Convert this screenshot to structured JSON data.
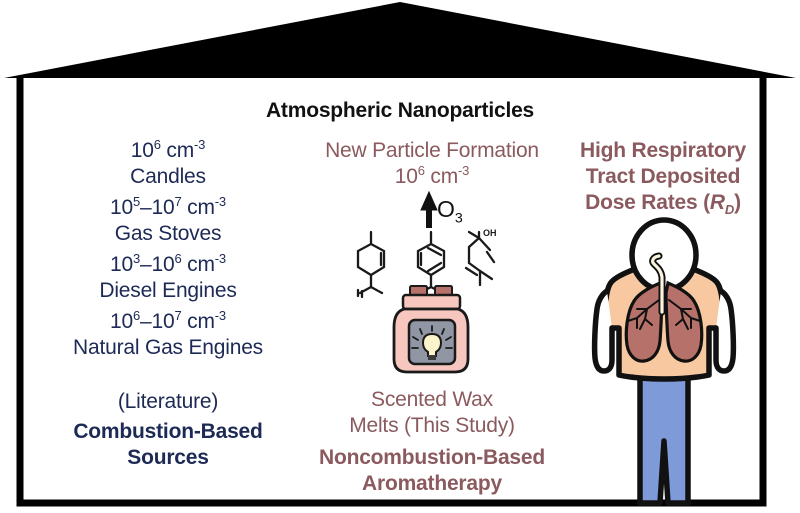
{
  "figure": {
    "kind": "graphical-abstract",
    "container_shape": "house-outline-with-black-roof",
    "title": "Atmospheric Nanoparticles"
  },
  "colors": {
    "roof_and_frame": "#000000",
    "background": "#ffffff",
    "left_column_text": "#1d2a55",
    "center_column_text": "#8b5a5e",
    "right_column_text": "#8b5a5e",
    "title_text": "#111111",
    "skin": "#f8c9a0",
    "lungs": "#b5716a",
    "pants": "#7e9ad8",
    "warmer_body": "#f7c6be",
    "warmer_wax_cube": "#b5716a",
    "warmer_window": "#9096a3",
    "bulb": "#fbf3cc",
    "outline": "#111111"
  },
  "left_column": {
    "name": "combustion-based-sources",
    "entries": [
      {
        "conc_prefix": "10",
        "conc_sup": "6",
        "conc_suffix": " cm",
        "conc_sup2": "-3",
        "label": "Candles"
      },
      {
        "conc_prefix": "10",
        "conc_sup": "5",
        "conc_mid": "–10",
        "conc_sup_b": "7",
        "conc_suffix": " cm",
        "conc_sup2": "-3",
        "label": "Gas Stoves"
      },
      {
        "conc_prefix": "10",
        "conc_sup": "3",
        "conc_mid": "–10",
        "conc_sup_b": "6",
        "conc_suffix": " cm",
        "conc_sup2": "-3",
        "label": "Diesel Engines"
      },
      {
        "conc_prefix": "10",
        "conc_sup": "6",
        "conc_mid": "–10",
        "conc_sup_b": "7",
        "conc_suffix": " cm",
        "conc_sup2": "-3",
        "label": "Natural Gas Engines"
      }
    ],
    "source_note": "(Literature)",
    "heading_line1": "Combustion-Based",
    "heading_line2": "Sources"
  },
  "center_column": {
    "name": "noncombustion-based-aromatherapy",
    "npf_label": "New Particle Formation",
    "npf_conc_prefix": "10",
    "npf_conc_sup": "6",
    "npf_conc_suffix": " cm",
    "npf_conc_sup2": "-3",
    "oxidant_label": "O",
    "oxidant_sub": "3",
    "arrow_direction": "up",
    "molecules": [
      {
        "name": "limonene",
        "feature": "cyclohexene ring with methyl and isopropenyl groups"
      },
      {
        "name": "terpinene",
        "feature": "cyclohexadiene ring with methyl and isopropyl groups"
      },
      {
        "name": "linalool",
        "feature": "acyclic terpene alcohol",
        "label": "OH"
      }
    ],
    "device": "scented-wax-melt-warmer",
    "caption_line1": "Scented Wax",
    "caption_line2": "Melts (This Study)",
    "heading_line1": "Noncombustion-Based",
    "heading_line2": "Aromatherapy"
  },
  "right_column": {
    "name": "respiratory-deposited-dose",
    "heading_line1": "High Respiratory",
    "heading_line2": "Tract Deposited",
    "heading_line3_pre": "Dose Rates (",
    "heading_line3_sym": "R",
    "heading_line3_sub": "D",
    "heading_line3_post": ")",
    "figure_label": "human-figure-with-lungs"
  }
}
